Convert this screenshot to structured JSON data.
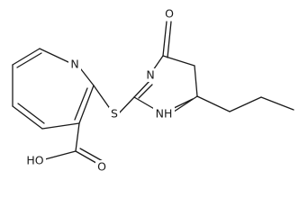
{
  "atoms": {
    "pyridine_N": "N",
    "sulfur": "S",
    "pyrimidine_N3": "N",
    "pyrimidine_NH": "NH",
    "ketone_O": "O",
    "acid_OH": "HO"
  }
}
